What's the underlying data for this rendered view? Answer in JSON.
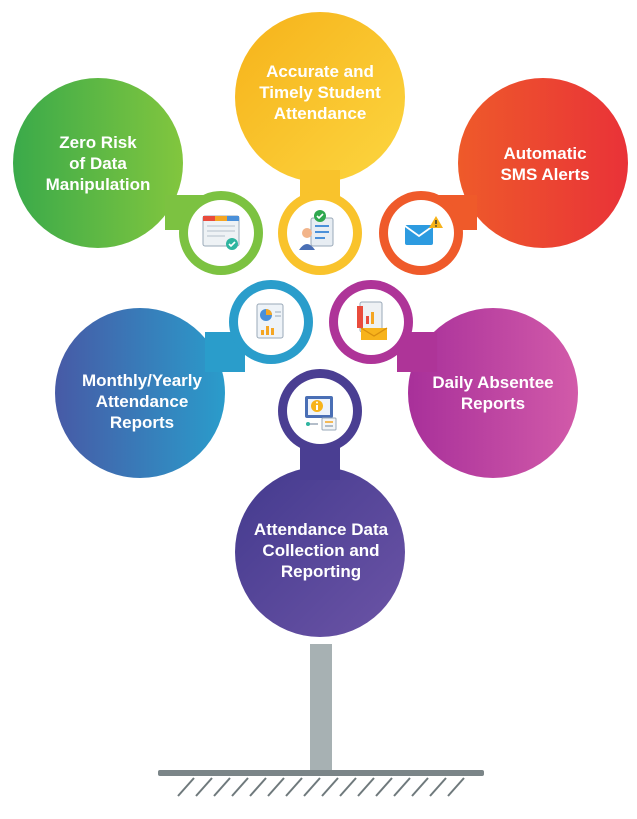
{
  "nodes": [
    {
      "id": "accurate",
      "label": "Accurate and\nTimely Student\nAttendance",
      "icon": "student-attendance-icon",
      "colors": [
        "#f7b51a",
        "#fbd53a"
      ]
    },
    {
      "id": "zero-risk",
      "label": "Zero Risk\nof Data\nManipulation",
      "icon": "data-table-check-icon",
      "colors": [
        "#3fae49",
        "#7dc43f"
      ]
    },
    {
      "id": "sms",
      "label": "Automatic\nSMS Alerts",
      "icon": "sms-alert-envelope-icon",
      "colors": [
        "#ec4a2a",
        "#ea3b38"
      ]
    },
    {
      "id": "monthly",
      "label": "Monthly/Yearly\nAttendance\nReports",
      "icon": "report-chart-icon",
      "colors": [
        "#3e5ba8",
        "#2a98c9"
      ]
    },
    {
      "id": "daily",
      "label": "Daily Absentee\nReports",
      "icon": "absentee-mail-report-icon",
      "colors": [
        "#b02f98",
        "#c94ca7"
      ]
    },
    {
      "id": "collection",
      "label": "Attendance Data\nCollection and\nReporting",
      "icon": "data-collection-info-icon",
      "colors": [
        "#4b3a8c",
        "#6a4fa2"
      ]
    }
  ]
}
